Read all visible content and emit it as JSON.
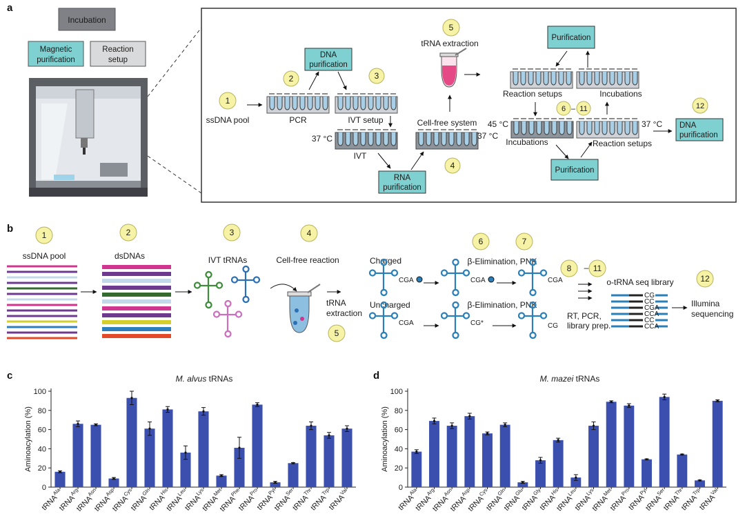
{
  "panel_labels": {
    "a": "a",
    "b": "b",
    "c": "c",
    "d": "d"
  },
  "panel_a": {
    "legend": {
      "incubation": "Incubation",
      "magnetic_line1": "Magnetic",
      "magnetic_line2": "purification",
      "reaction_line1": "Reaction",
      "reaction_line2": "setup"
    },
    "steps": {
      "s1": "1",
      "s2": "2",
      "s3": "3",
      "s4": "4",
      "s5": "5",
      "s6": "6",
      "s7": "11",
      "s12": "12",
      "dash": "–"
    },
    "labels": {
      "ssdna_pool": "ssDNA pool",
      "pcr": "PCR",
      "dna_purif_line1": "DNA",
      "dna_purif_line2": "purification",
      "ivt_setup": "IVT setup",
      "temp37": "37 °C",
      "ivt": "IVT",
      "rna_purif_line1": "RNA",
      "rna_purif_line2": "purification",
      "cell_free": "Cell-free system",
      "temp37b": "37 °C",
      "trna_extraction": "tRNA extraction",
      "purification_top": "Purification",
      "reaction_setups_top": "Reaction setups",
      "incubations_top": "Incubations",
      "temp45": "45 °C",
      "incubations_bottom": "Incubations",
      "temp37c": "37 °C",
      "reaction_setups_bottom": "Reaction setups",
      "purification_bottom": "Purification",
      "dna_purif2_line1": "DNA",
      "dna_purif2_line2": "purification"
    }
  },
  "panel_b": {
    "steps": {
      "s1": "1",
      "s2": "2",
      "s3": "3",
      "s4": "4",
      "s5": "5",
      "s6": "6",
      "s7": "7",
      "s8": "8",
      "s11": "11",
      "s12": "12",
      "dash": "–"
    },
    "labels": {
      "ssdna_pool": "ssDNA pool",
      "dsdnas": "dsDNAs",
      "ivt_trnas": "IVT tRNAs",
      "cell_free_reaction": "Cell-free reaction",
      "trna_line1": "tRNA",
      "trna_line2": "extraction",
      "charged": "Charged",
      "uncharged": "Uncharged",
      "beta_elim1": "β-Elimination, PNK",
      "beta_elim2": "β-Elimination, PNK",
      "cga1": "CGA",
      "cga2": "CGA",
      "cga3": "CGA",
      "cga4": "CGA",
      "cg_star": "CG*",
      "cg": "CG",
      "library": "o-tRNA seq library",
      "rt_line1": "RT, PCR,",
      "rt_line2": "library prep.",
      "illumina_line1": "Illumina",
      "illumina_line2": "sequencing",
      "lib_cg1": "CG",
      "lib_cc1": "CC",
      "lib_cga": "CGA",
      "lib_cca1": "CCA",
      "lib_cc2": "CC",
      "lib_cca2": "CCA"
    }
  },
  "colors": {
    "bar": "#3a4fae",
    "teal": "#7fd0d1",
    "tube": "#a9cfe6",
    "step_circle": "#f7f3a6",
    "trna": "#2a7fb8"
  },
  "chart_data": [
    {
      "type": "bar",
      "title_italic": "M. alvus",
      "title_rest": " tRNAs",
      "ylabel": "Aminoacylation (%)",
      "ylim": [
        0,
        100
      ],
      "yticks": [
        "0",
        "20",
        "40",
        "60",
        "80",
        "100"
      ],
      "categories": [
        {
          "base": "tRNA",
          "sup": "Ala"
        },
        {
          "base": "tRNA",
          "sup": "Arg"
        },
        {
          "base": "tRNA",
          "sup": "Asn"
        },
        {
          "base": "tRNA",
          "sup": "Asp"
        },
        {
          "base": "tRNA",
          "sup": "Cys"
        },
        {
          "base": "tRNA",
          "sup": "Gln"
        },
        {
          "base": "tRNA",
          "sup": "His"
        },
        {
          "base": "tRNA",
          "sup": "Leu"
        },
        {
          "base": "tRNA",
          "sup": "Lys"
        },
        {
          "base": "tRNA",
          "sup": "Met"
        },
        {
          "base": "tRNA",
          "sup": "Phe"
        },
        {
          "base": "tRNA",
          "sup": "Pro"
        },
        {
          "base": "tRNA",
          "sup": "Pyl"
        },
        {
          "base": "tRNA",
          "sup": "Ser"
        },
        {
          "base": "tRNA",
          "sup": "Thr"
        },
        {
          "base": "tRNA",
          "sup": "Trp"
        },
        {
          "base": "tRNA",
          "sup": "Val"
        }
      ],
      "values": [
        16,
        66,
        65,
        9,
        93,
        61,
        81,
        36,
        79,
        12,
        41,
        86,
        5,
        25,
        64,
        54,
        61
      ],
      "errors": [
        1,
        3,
        1,
        1,
        7,
        7,
        3,
        7,
        4,
        1,
        11,
        2,
        1,
        0.5,
        4,
        3,
        3
      ]
    },
    {
      "type": "bar",
      "title_italic": "M. mazei",
      "title_rest": " tRNAs",
      "ylabel": "Aminoacylation (%)",
      "ylim": [
        0,
        100
      ],
      "yticks": [
        "0",
        "20",
        "40",
        "60",
        "80",
        "100"
      ],
      "categories": [
        {
          "base": "tRNA",
          "sup": "Ala"
        },
        {
          "base": "tRNA",
          "sup": "Arg"
        },
        {
          "base": "tRNA",
          "sup": "Asn"
        },
        {
          "base": "tRNA",
          "sup": "Asp"
        },
        {
          "base": "tRNA",
          "sup": "Cys"
        },
        {
          "base": "tRNA",
          "sup": "Gln"
        },
        {
          "base": "tRNA",
          "sup": "Glu"
        },
        {
          "base": "tRNA",
          "sup": "Gly"
        },
        {
          "base": "tRNA",
          "sup": "His"
        },
        {
          "base": "tRNA",
          "sup": "Leu"
        },
        {
          "base": "tRNA",
          "sup": "Lys"
        },
        {
          "base": "tRNA",
          "sup": "Met"
        },
        {
          "base": "tRNA",
          "sup": "Pro"
        },
        {
          "base": "tRNA",
          "sup": "Pyl"
        },
        {
          "base": "tRNA",
          "sup": "Ser"
        },
        {
          "base": "tRNA",
          "sup": "Thr"
        },
        {
          "base": "tRNA",
          "sup": "Trp"
        },
        {
          "base": "tRNA",
          "sup": "Val"
        }
      ],
      "values": [
        37,
        69,
        64,
        74,
        56,
        65,
        5,
        28,
        49,
        10,
        64,
        89,
        85,
        29,
        94,
        34,
        7,
        90
      ],
      "errors": [
        2,
        3,
        3,
        3,
        1.5,
        2,
        1,
        3,
        2,
        3,
        4,
        1,
        2,
        0.5,
        3,
        0.5,
        0.5,
        1
      ]
    }
  ]
}
